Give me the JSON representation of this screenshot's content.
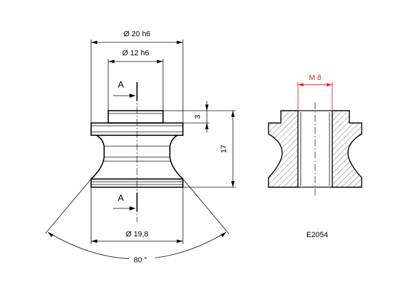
{
  "drawing": {
    "dim_outer_diameter": "Ø 20 h6",
    "dim_top_diameter": "Ø 12 h6",
    "dim_bottom_diameter": "Ø 19,8",
    "dim_height": "17",
    "dim_step": "3",
    "dim_angle": "80 °",
    "section_top_label": "A",
    "section_bottom_label": "A",
    "thread_label": "M 8",
    "part_code": "E2054",
    "accent_color": "#e0231c"
  }
}
